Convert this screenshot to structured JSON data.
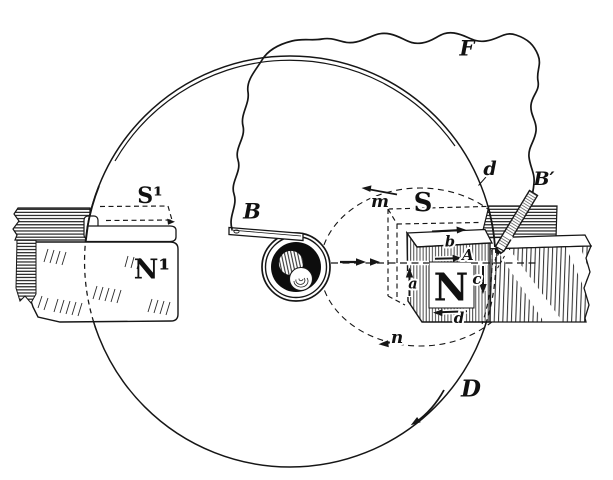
{
  "figure": {
    "colors": {
      "ink": "#161616",
      "paper": "#ffffff"
    },
    "labels": {
      "wire": "F",
      "axle_brush": "B",
      "rim_brush": "B′",
      "disc": "D",
      "disc_edge": "d",
      "right_pole_back": "S",
      "right_pole_front": "N",
      "left_pole_back": "S¹",
      "left_pole_front": "N¹",
      "flux_path_top": "m",
      "flux_path_bottom": "n",
      "circuit_left": "a",
      "circuit_top": "b",
      "circuit_right": "c",
      "circuit_bottom": "d",
      "circuit_area": "A"
    }
  }
}
